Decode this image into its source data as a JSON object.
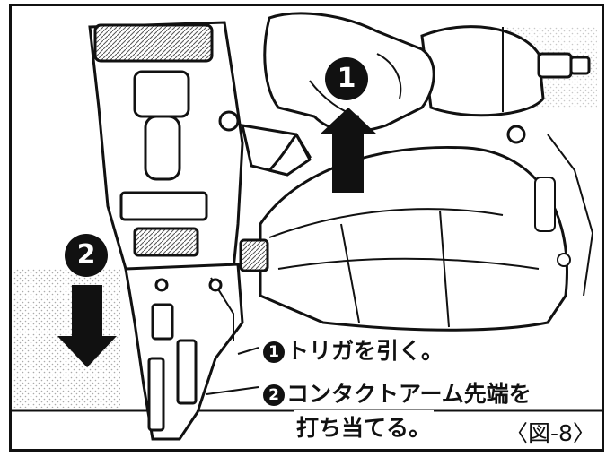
{
  "step1": {
    "badge": "1",
    "caption_number": "1",
    "caption_text": "トリガを引く。"
  },
  "step2": {
    "badge": "2",
    "caption_number": "2",
    "caption_line1": "コンタクトアーム先端を",
    "caption_line2": "打ち当てる。"
  },
  "figure_label": "〈図-8〉",
  "colors": {
    "ink": "#111111",
    "paper": "#ffffff",
    "shade": "#9a9a9a"
  }
}
